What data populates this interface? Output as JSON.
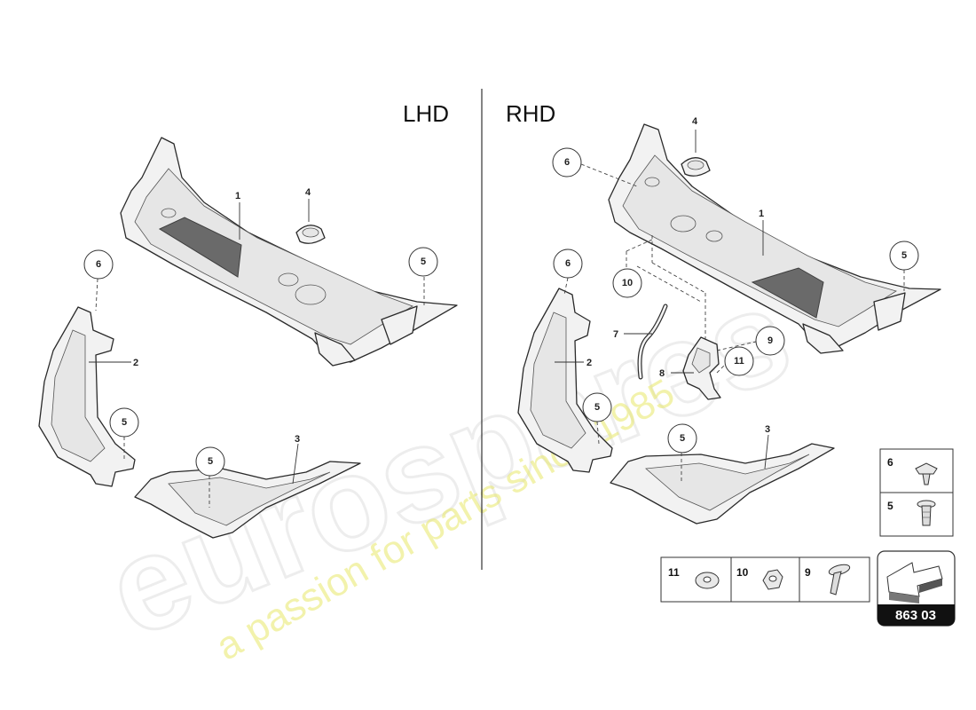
{
  "regions": {
    "left_title": "LHD",
    "right_title": "RHD"
  },
  "watermark": {
    "main": "eurospares",
    "sub": "a passion for parts since 1985"
  },
  "callouts_left": {
    "c6": "6",
    "c5_upper": "5",
    "c5_lower_left": "5",
    "c5_lower_mid": "5",
    "l1": "1",
    "l2": "2",
    "l3": "3",
    "l4": "4"
  },
  "callouts_right": {
    "c6_top": "6",
    "c6_mid": "6",
    "c5_right": "5",
    "c5_mid": "5",
    "c5_low": "5",
    "c10": "10",
    "c9": "9",
    "c11": "11",
    "l1": "1",
    "l2": "2",
    "l3": "3",
    "l4": "4",
    "l7": "7",
    "l8": "8"
  },
  "legend_box_right": {
    "item_top": "6",
    "item_bottom": "5"
  },
  "legend_box_bottom": {
    "item_a": "11",
    "item_b": "10",
    "item_c": "9"
  },
  "reference": {
    "code": "863 03"
  }
}
